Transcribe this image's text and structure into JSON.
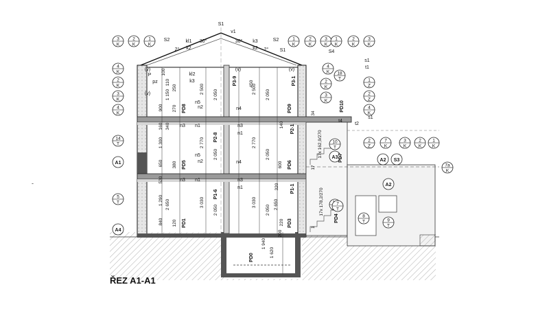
{
  "title": "ŘEZ A1-A1",
  "side_mark": "-",
  "roof": {
    "labels": [
      "S1",
      "v1",
      "S2",
      "kl1",
      "k2",
      "k3",
      "k2",
      "S2",
      "S1",
      "S4",
      "s1",
      "t1",
      "s1",
      "t2",
      "t4"
    ],
    "angles": [
      "30°",
      "30°",
      "2°",
      "2°"
    ]
  },
  "tags_top": [
    [
      "3",
      "K"
    ],
    [
      "2",
      "K"
    ],
    [
      "1",
      "K"
    ],
    [
      "1",
      "K"
    ],
    [
      "2",
      "K"
    ],
    [
      "3",
      "K"
    ],
    [
      "1",
      "K"
    ],
    [
      "2",
      "K"
    ],
    [
      "3",
      "K"
    ]
  ],
  "tags_left": [
    [
      "4",
      "K"
    ],
    [
      "2",
      "K"
    ],
    [
      "3",
      "K"
    ],
    [
      "4",
      "K"
    ],
    [
      "14",
      "T"
    ],
    [
      "A1",
      ""
    ],
    [
      "5",
      "T"
    ],
    [
      "A4",
      ""
    ]
  ],
  "tags_right": [
    [
      "18",
      "T"
    ],
    [
      "4",
      "K"
    ],
    [
      "2",
      "K"
    ],
    [
      "3",
      "K"
    ],
    [
      "2",
      "Z"
    ],
    [
      "1",
      "Z"
    ],
    [
      "4",
      "K"
    ],
    [
      "2",
      "Z"
    ],
    [
      "7",
      "K"
    ],
    [
      "3",
      "K"
    ],
    [
      "2",
      "K"
    ],
    [
      "1",
      "K"
    ],
    [
      "10",
      "T"
    ],
    [
      "10",
      "T"
    ],
    [
      "7",
      "T"
    ],
    [
      "8",
      "T"
    ],
    [
      "9",
      "T"
    ],
    [
      "7a",
      "K"
    ],
    [
      "A2",
      ""
    ],
    [
      "S3",
      ""
    ],
    [
      "A2",
      ""
    ],
    [
      "A3",
      ""
    ]
  ],
  "room_labels": [
    "n3",
    "n1",
    "n5",
    "n2",
    "n4",
    "n3",
    "n1",
    "n3",
    "n1",
    "n5",
    "n2",
    "n4",
    "n3",
    "n1",
    "kl2",
    "k3",
    "pz",
    "(v)",
    "(v)",
    "(v)",
    "(v)",
    "P"
  ],
  "door_labels": [
    "PD8",
    "PD9",
    "PD10",
    "P3-9",
    "P3-1",
    "P2-8",
    "P2-1",
    "PD5",
    "PD6",
    "PD7",
    "PD1",
    "PD3",
    "PD4",
    "P1-6",
    "P1-1",
    "PD0"
  ],
  "dimensions": [
    "2 500",
    "2 050",
    "2 500",
    "2 050",
    "2 770",
    "2 050",
    "2 770",
    "2 050",
    "3 030",
    "2 050",
    "3 030",
    "2 050",
    "2 650",
    "2 650",
    "1 940",
    "1 620",
    "1 290",
    "1 300",
    "900",
    "100",
    "270",
    "380",
    "120",
    "840",
    "650",
    "520",
    "160",
    "110",
    "250",
    "450",
    "140",
    "600",
    "320",
    "220",
    "200",
    "1 150",
    "340",
    "17x 162,9/270",
    "17x 178,2/270",
    "34",
    "17",
    "1"
  ],
  "level_marks": [
    "A1",
    "A4",
    "A2",
    "A3"
  ]
}
